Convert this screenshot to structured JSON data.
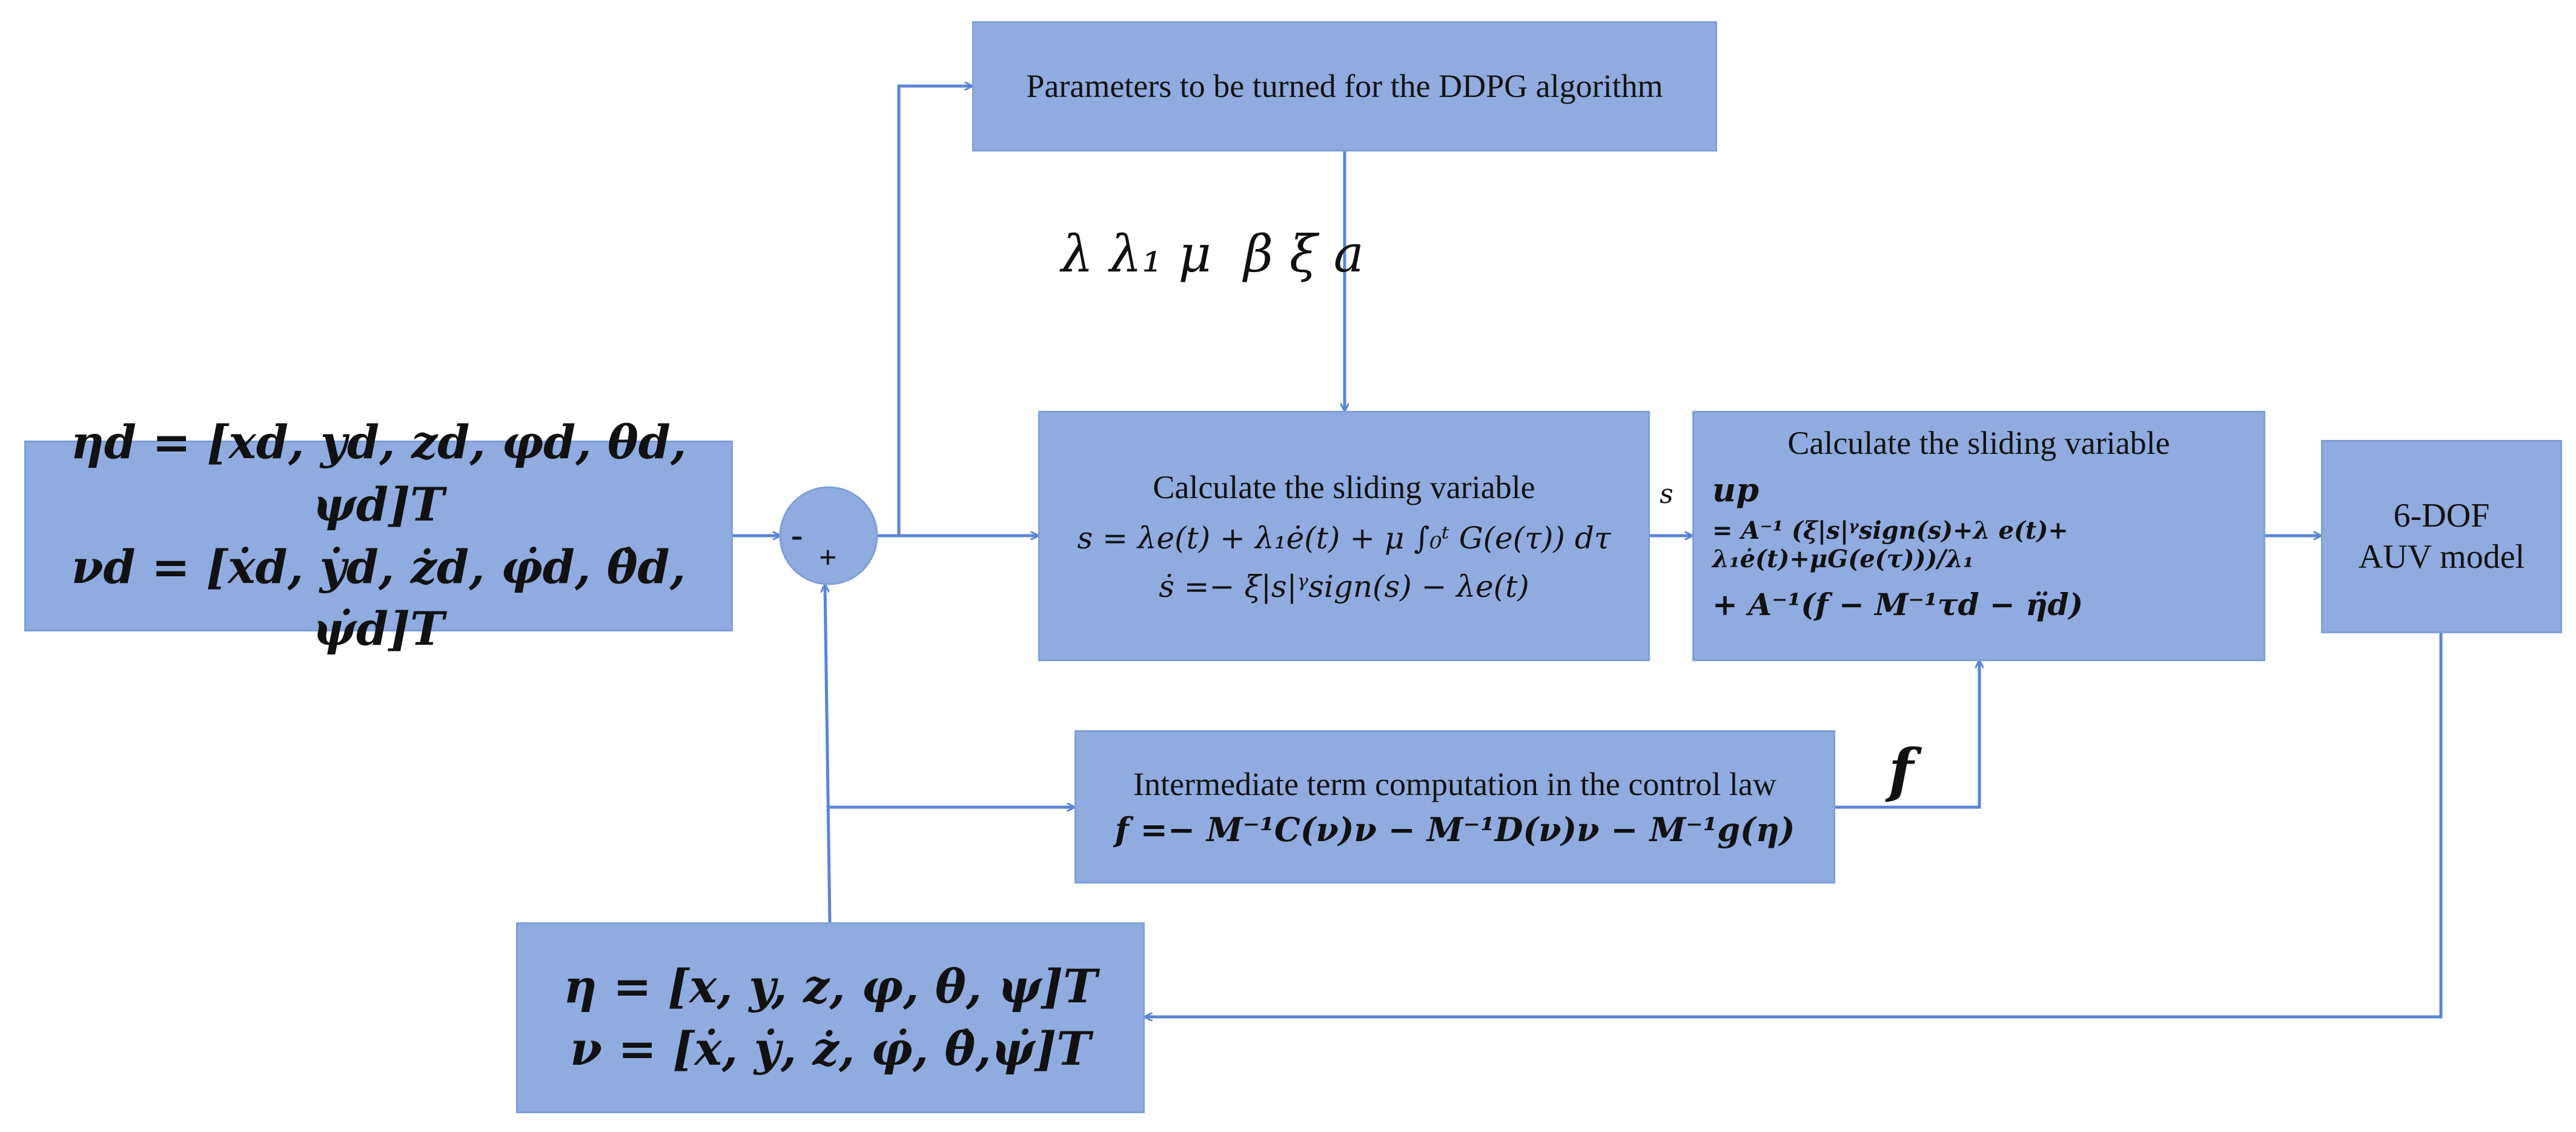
{
  "params_box": {
    "label": "Parameters to be turned for the DDPG algorithm"
  },
  "param_symbols": "λ λ₁ μ  β ξ a",
  "desired_state": {
    "line1": "ηd = [xd, yd, zd, φd, θd, ψd]T",
    "line2": "νd = [ẋd, ẏd, żd, φ̇d, θ̇d, ψ̇d]T"
  },
  "summing_junction": {
    "minus": "-",
    "plus": "+"
  },
  "sliding_box": {
    "title": "Calculate the sliding variable",
    "eq1": "s = λe(t) + λ₁ė(t) + μ ∫₀ᵗ G(e(τ)) dτ",
    "eq2": "ṡ =− ξ|s|ᵞsign(s) − λe(t)"
  },
  "s_label": "s",
  "control_box": {
    "title": "Calculate the sliding variable",
    "eq1": "up",
    "eq2": "= A⁻¹ (ξ|s|ᵞsign(s)+λ e(t)+ λ₁ė(t)+μG(e(τ)))/λ₁",
    "eq3": "+ A⁻¹(f − M⁻¹τd − η̈d)"
  },
  "auv_box": {
    "line1": "6-DOF",
    "line2": "AUV model"
  },
  "intermediate_box": {
    "title": "Intermediate term computation in the control law",
    "eq": "f =− M⁻¹C(ν)ν − M⁻¹D(ν)ν − M⁻¹g(η)"
  },
  "f_label": "f",
  "state_box": {
    "line1": "η = [x, y, z, φ, θ, ψ]T",
    "line2": "ν = [ẋ, ẏ, ż, φ̇, θ̇,ψ̇]T"
  },
  "colors": {
    "box_fill": "#8fabe0",
    "line": "#5b84d6"
  }
}
